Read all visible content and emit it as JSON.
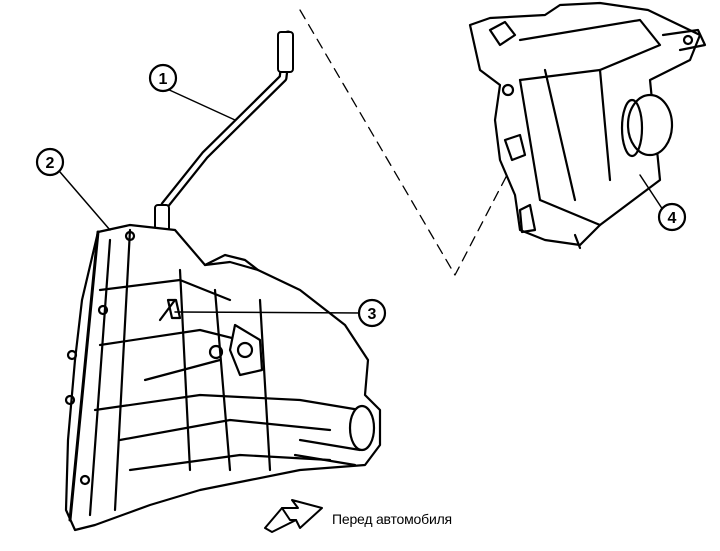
{
  "callouts": [
    {
      "label": "1"
    },
    {
      "label": "2"
    },
    {
      "label": "3"
    },
    {
      "label": "4"
    }
  ],
  "caption": {
    "text": "Перед автомобиля",
    "icon": "front-arrow-icon"
  },
  "colors": {
    "line": "#000000",
    "background": "#ffffff"
  }
}
